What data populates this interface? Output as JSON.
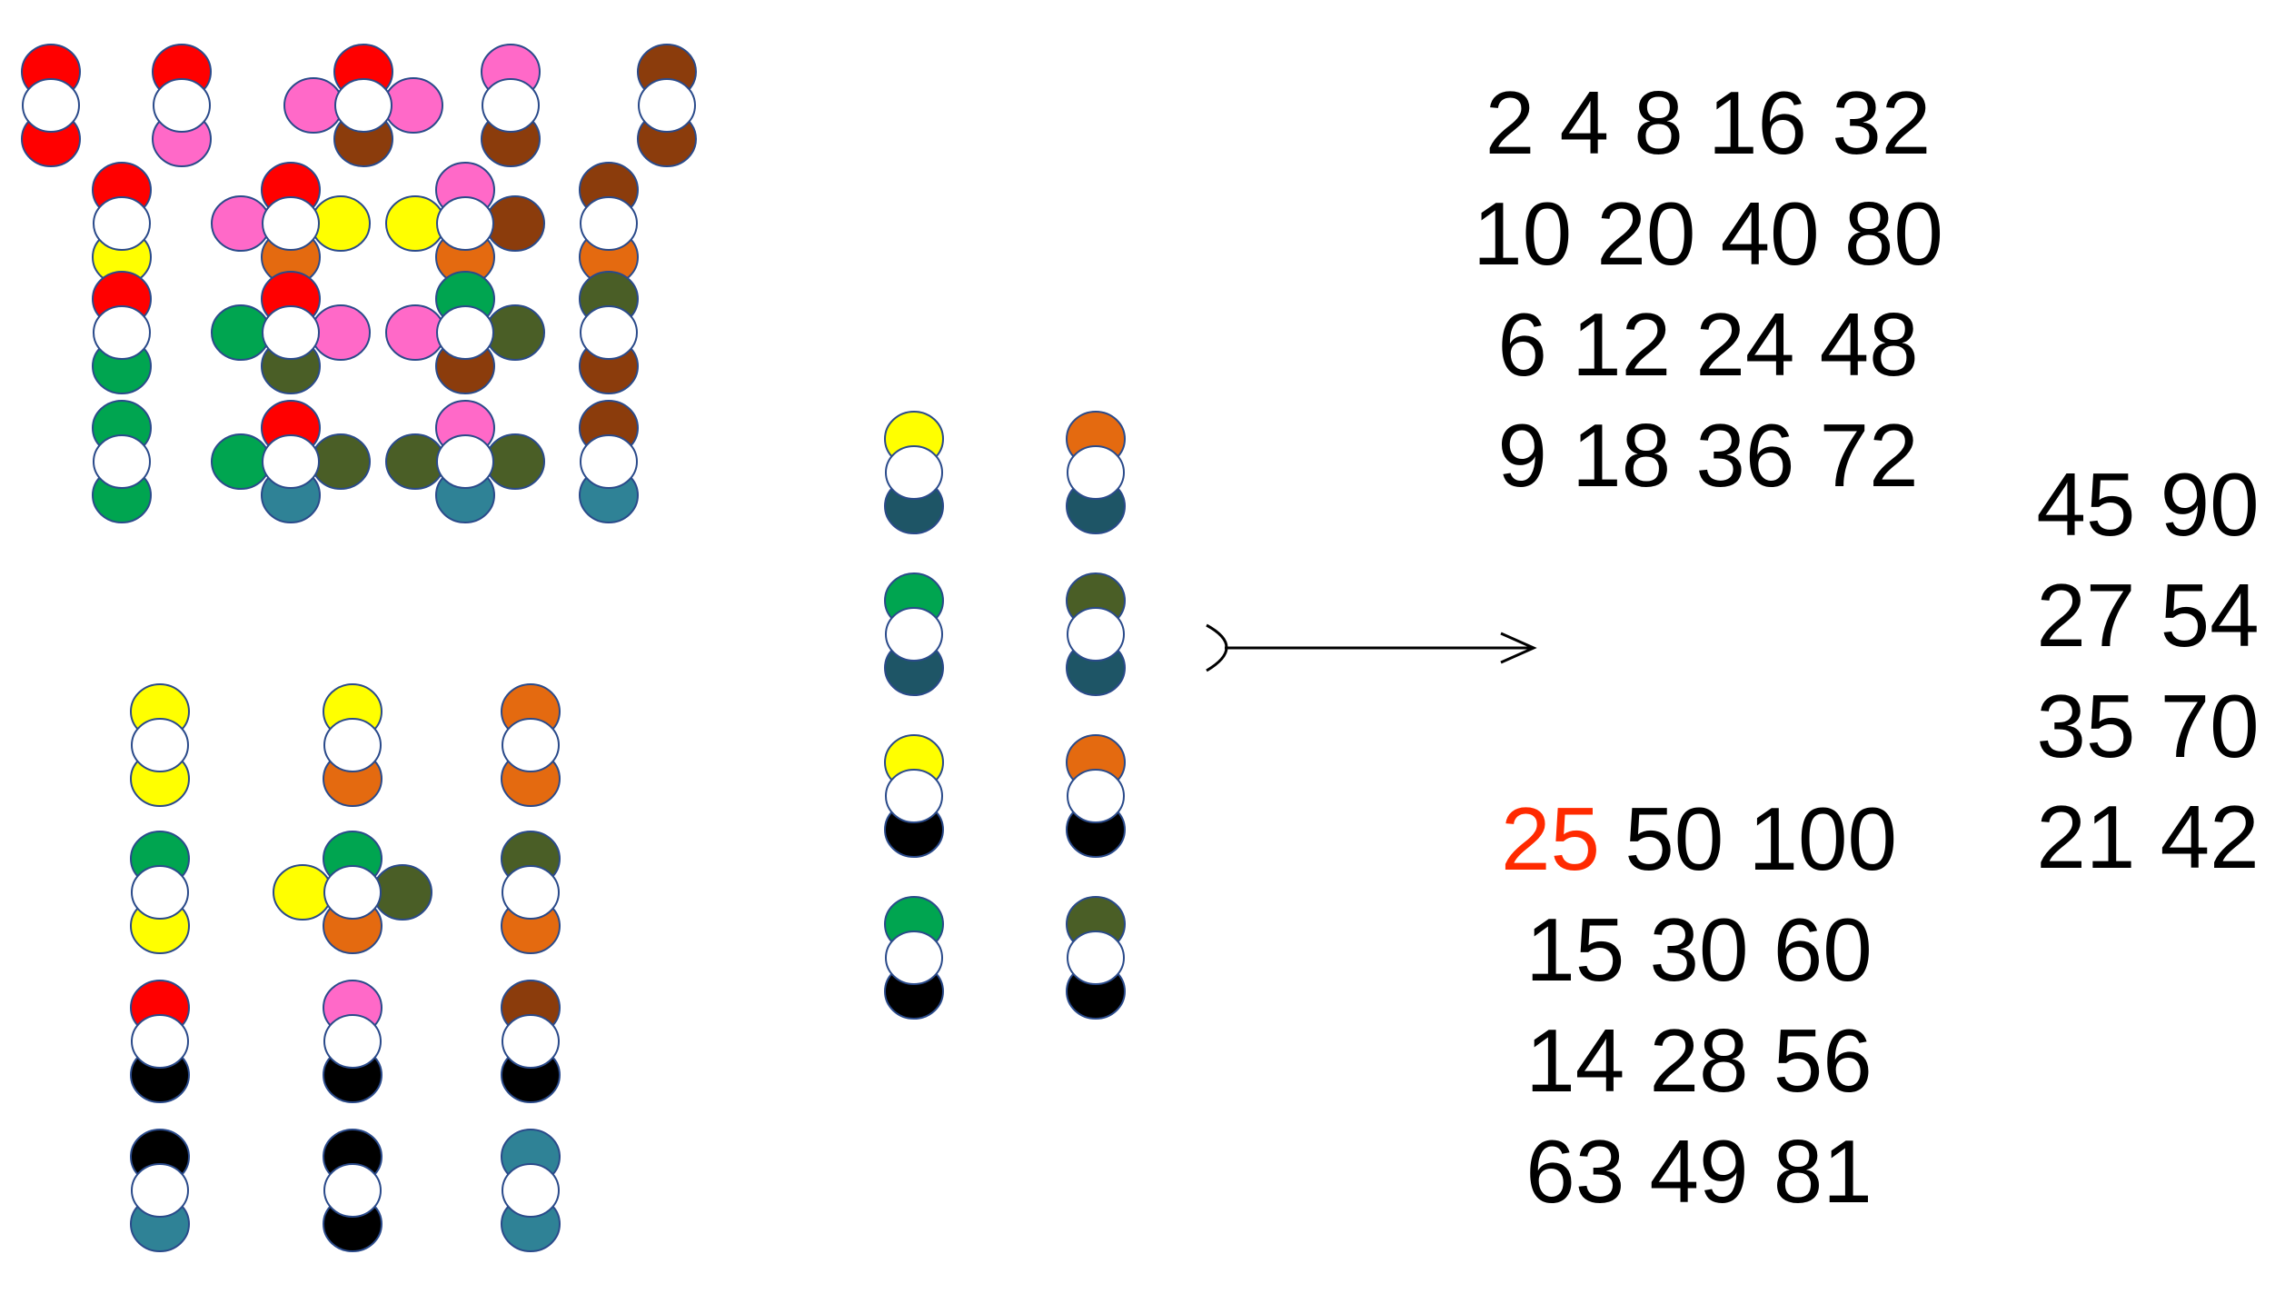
{
  "colors": {
    "red": "#ff0000",
    "pink": "#ff69c8",
    "brown": "#8b3c0c",
    "yellow": "#ffff00",
    "orange": "#e46a10",
    "green": "#00a550",
    "olive": "#4a5e26",
    "teal": "#2f8296",
    "dark_teal": "#1e5566",
    "black": "#000000",
    "highlight": "#ff2a00"
  },
  "group_top": {
    "rows": [
      [
        {
          "top": "red",
          "bottom": "red"
        },
        {
          "top": "red",
          "bottom": "pink"
        },
        {
          "top": "red",
          "bottom": "brown",
          "left": "pink",
          "right": "pink"
        },
        {
          "top": "pink",
          "bottom": "brown"
        },
        {
          "top": "brown",
          "bottom": "brown"
        }
      ],
      [
        {
          "top": "red",
          "bottom": "yellow"
        },
        {
          "top": "red",
          "bottom": "orange",
          "left": "pink",
          "right": "yellow"
        },
        {
          "top": "pink",
          "bottom": "orange",
          "left": "yellow",
          "right": "brown"
        },
        {
          "top": "brown",
          "bottom": "orange"
        }
      ],
      [
        {
          "top": "red",
          "bottom": "green"
        },
        {
          "top": "red",
          "bottom": "olive",
          "left": "green",
          "right": "pink"
        },
        {
          "top": "green",
          "bottom": "brown",
          "left": "pink",
          "right": "olive"
        },
        {
          "top": "olive",
          "bottom": "brown"
        }
      ],
      [
        {
          "top": "green",
          "bottom": "green"
        },
        {
          "top": "red",
          "bottom": "teal",
          "left": "green",
          "right": "olive"
        },
        {
          "top": "pink",
          "bottom": "teal",
          "left": "olive",
          "right": "olive"
        },
        {
          "top": "brown",
          "bottom": "teal"
        }
      ]
    ]
  },
  "group_bottom": {
    "rows": [
      [
        {
          "top": "yellow",
          "bottom": "yellow"
        },
        {
          "top": "yellow",
          "bottom": "orange"
        },
        {
          "top": "orange",
          "bottom": "orange"
        }
      ],
      [
        {
          "top": "green",
          "bottom": "yellow"
        },
        {
          "top": "green",
          "bottom": "orange",
          "left": "yellow",
          "right": "olive"
        },
        {
          "top": "olive",
          "bottom": "orange"
        }
      ],
      [
        {
          "top": "red",
          "bottom": "black"
        },
        {
          "top": "pink",
          "bottom": "black"
        },
        {
          "top": "brown",
          "bottom": "black"
        }
      ],
      [
        {
          "top": "black",
          "bottom": "teal"
        },
        {
          "top": "black",
          "bottom": "black"
        },
        {
          "top": "teal",
          "bottom": "teal"
        }
      ]
    ]
  },
  "group_middle": {
    "rows": [
      [
        {
          "top": "yellow",
          "bottom": "dark_teal"
        },
        {
          "top": "orange",
          "bottom": "dark_teal"
        }
      ],
      [
        {
          "top": "green",
          "bottom": "dark_teal"
        },
        {
          "top": "olive",
          "bottom": "dark_teal"
        }
      ],
      [
        {
          "top": "yellow",
          "bottom": "black"
        },
        {
          "top": "orange",
          "bottom": "black"
        }
      ],
      [
        {
          "top": "green",
          "bottom": "black"
        },
        {
          "top": "olive",
          "bottom": "black"
        }
      ]
    ]
  },
  "numbers_top": {
    "line1": "2 4 8 16 32",
    "line2": "10 20 40 80",
    "line3": "6 12 24 48",
    "line4": "9 18 36 72"
  },
  "numbers_bottom": {
    "line1_highlight": "25",
    "line1_rest": " 50 100",
    "line2": "15 30 60",
    "line3": "14 28 56",
    "line4": "63 49 81"
  },
  "numbers_right": {
    "line1": "45 90",
    "line2": "27 54",
    "line3": "35 70",
    "line4": "21 42"
  }
}
